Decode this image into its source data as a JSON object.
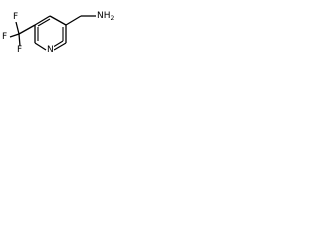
{
  "molecule": {
    "atoms": {
      "f_top": "F",
      "f_left": "F",
      "f_bottom": "F",
      "ring_nitrogen": "N",
      "amine": {
        "main": "NH",
        "subscript": "2"
      }
    },
    "colors": {
      "bond": "#000000",
      "text": "#000000",
      "background": "#ffffff"
    }
  }
}
